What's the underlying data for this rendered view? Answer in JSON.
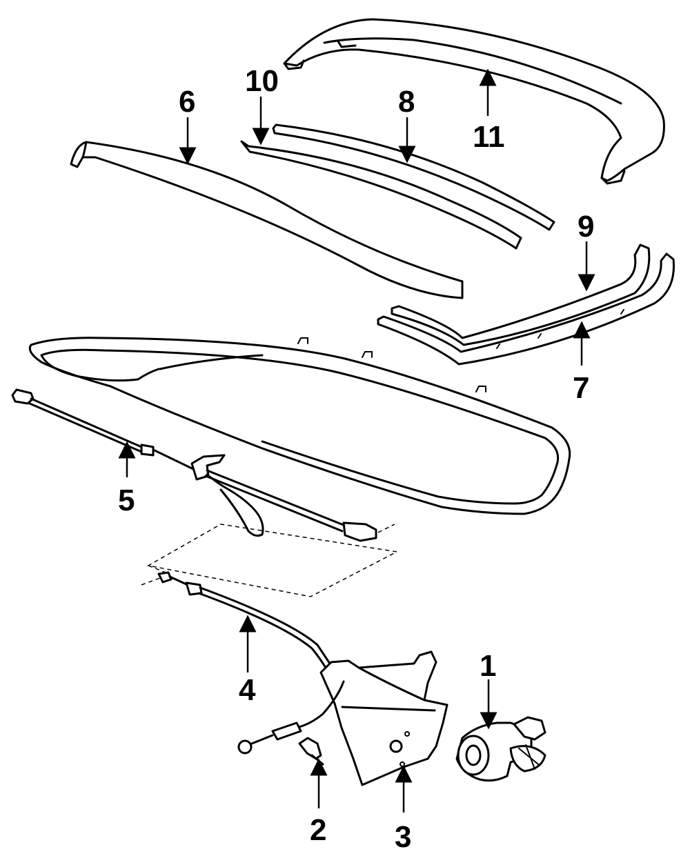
{
  "callouts": [
    {
      "id": "1",
      "label": "1"
    },
    {
      "id": "2",
      "label": "2"
    },
    {
      "id": "3",
      "label": "3"
    },
    {
      "id": "4",
      "label": "4"
    },
    {
      "id": "5",
      "label": "5"
    },
    {
      "id": "6",
      "label": "6"
    },
    {
      "id": "7",
      "label": "7"
    },
    {
      "id": "8",
      "label": "8"
    },
    {
      "id": "9",
      "label": "9"
    },
    {
      "id": "10",
      "label": "10"
    },
    {
      "id": "11",
      "label": "11"
    }
  ],
  "colors": {
    "ink": "#000000",
    "background": "#ffffff"
  }
}
